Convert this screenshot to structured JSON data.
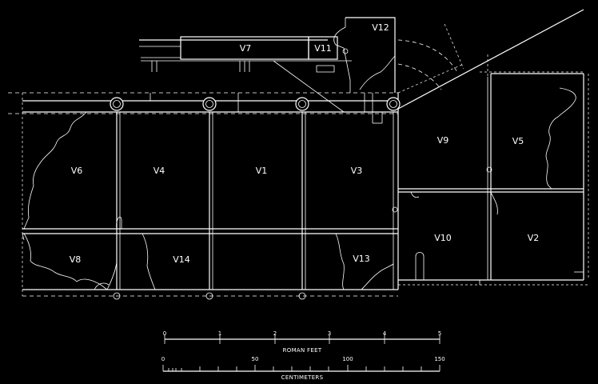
{
  "panels": [
    {
      "id": "V1",
      "label": "V1"
    },
    {
      "id": "V2",
      "label": "V2"
    },
    {
      "id": "V3",
      "label": "V3"
    },
    {
      "id": "V4",
      "label": "V4"
    },
    {
      "id": "V5",
      "label": "V5"
    },
    {
      "id": "V6",
      "label": "V6"
    },
    {
      "id": "V7",
      "label": "V7"
    },
    {
      "id": "V8",
      "label": "V8"
    },
    {
      "id": "V9",
      "label": "V9"
    },
    {
      "id": "V10",
      "label": "V10"
    },
    {
      "id": "V11",
      "label": "V11"
    },
    {
      "id": "V12",
      "label": "V12"
    },
    {
      "id": "V13",
      "label": "V13"
    },
    {
      "id": "V14",
      "label": "V14"
    }
  ],
  "scale_roman_feet": {
    "caption": "ROMAN FEET",
    "ticks": [
      "0",
      "1",
      "2",
      "3",
      "4",
      "5"
    ]
  },
  "scale_centimeters": {
    "caption": "CENTIMETERS",
    "ticks": [
      "0",
      "50",
      "100",
      "150"
    ]
  }
}
